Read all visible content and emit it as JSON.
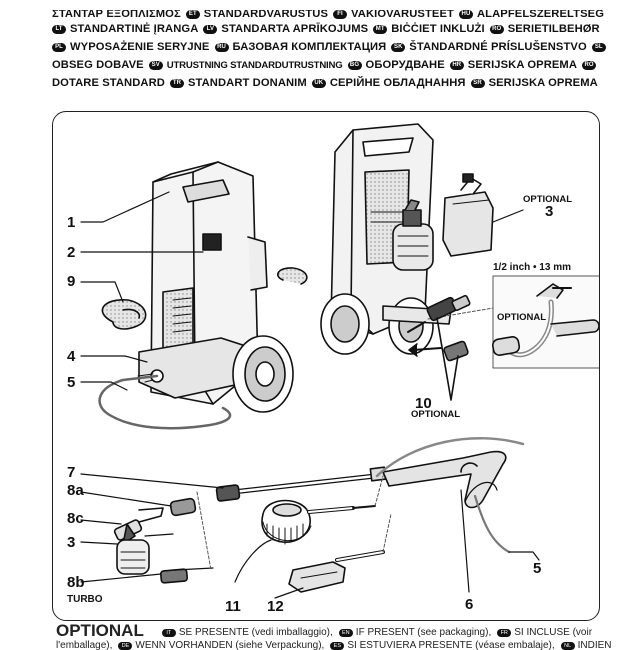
{
  "header": {
    "cut_line": [
      {
        "badge": "",
        "text": "ΣΤΑΝΤΑΡ ΕΞΟΠΛΙΣΜΟΣ"
      },
      {
        "badge": "ET",
        "text": "STANDARDVARUSTUS"
      },
      {
        "badge": "FI",
        "text": "VAKIOVARUSTEET"
      },
      {
        "badge": "HU",
        "text": "ALAPFELSZERELTSÉG"
      }
    ],
    "lines": [
      [
        {
          "badge": "LT",
          "text": "STANDARTINĖ ĮRANGA"
        },
        {
          "badge": "LV",
          "text": "STANDARTA APRĪKOJUMS"
        },
        {
          "badge": "MT",
          "text": "BIĊĊIET INKLUŻI"
        },
        {
          "badge": "RO",
          "text": "SERIETILBEHØR"
        }
      ],
      [
        {
          "badge": "PL",
          "text": "WYPOSAŻENIE SERYJNE"
        },
        {
          "badge": "RU",
          "text": "БАЗОВАЯ КОМПЛЕКТАЦИЯ"
        },
        {
          "badge": "SK",
          "text": "ŠTANDARDNÉ PRÍSLUŠENSTVO"
        },
        {
          "badge": "SL",
          "text": ""
        }
      ],
      [
        {
          "badge": "",
          "text": "OBSEG DOBAVE"
        },
        {
          "badge": "SV",
          "text": "UTRUSTNING STANDARDUTRUSTNING",
          "narrow": true
        },
        {
          "badge": "BG",
          "text": "ОБОРУДВАНЕ"
        },
        {
          "badge": "HR",
          "text": "SERIJSKA OPREMA"
        },
        {
          "badge": "RO",
          "text": ""
        }
      ],
      [
        {
          "badge": "",
          "text": "DOTARE STANDARD"
        },
        {
          "badge": "TR",
          "text": "STANDART DONANIM"
        },
        {
          "badge": "UK",
          "text": "СЕРІЙНЕ ОБЛАДНАННЯ"
        },
        {
          "badge": "SR",
          "text": "SERIJSKA OPREMA"
        }
      ]
    ]
  },
  "figure": {
    "labels": {
      "n1": "1",
      "n2": "2",
      "n9": "9",
      "n4": "4",
      "n5": "5",
      "n3_top": "3",
      "n10": "10",
      "n7": "7",
      "n8a": "8a",
      "n8c": "8c",
      "n3_bottom": "3",
      "n8b": "8b",
      "n11": "11",
      "n12": "12",
      "n6": "6",
      "n5_right": "5"
    },
    "optional_top": "OPTIONAL",
    "optional_hose": "OPTIONAL",
    "optional_10": "OPTIONAL",
    "turbo": "TURBO",
    "thread_size": "1/2 inch • 13 mm"
  },
  "footer": {
    "heading": "OPTIONAL",
    "entries": [
      {
        "badge": "IT",
        "text": "SE PRESENTE (vedi imballaggio),"
      },
      {
        "badge": "EN",
        "text": "IF PRESENT (see packaging),"
      },
      {
        "badge": "FR",
        "text": "SI INCLUSE (voir l'emballage),"
      },
      {
        "badge": "DE",
        "text": "WENN VORHANDEN (siehe Verpackung),"
      },
      {
        "badge": "ES",
        "text": "SI ESTUVIERA PRESENTE (véase embalaje),"
      },
      {
        "badge": "NL",
        "text": "INDIEN"
      }
    ]
  },
  "colors": {
    "ink": "#111111",
    "paper": "#ffffff",
    "shade": "#bdbdbd",
    "hose": "#9a9a9a"
  }
}
